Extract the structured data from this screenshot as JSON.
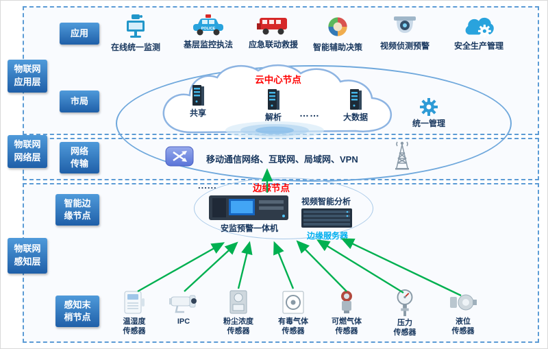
{
  "side_labels": {
    "application": "物联网\n应用层",
    "network": "物联网\n网络层",
    "perception": "物联网\n感知层"
  },
  "row_labels": {
    "application": "应用",
    "city_bureau": "市局",
    "network_transport": "网络\n传输",
    "smart_edge_node": "智能边\n缘节点",
    "perception_terminal": "感知末\n梢节点"
  },
  "applications": [
    {
      "label": "在线统一监测",
      "icon": "cctv-monitor-icon"
    },
    {
      "label": "基层监控执法",
      "icon": "police-car-icon",
      "icon_text": "POLICE"
    },
    {
      "label": "应急联动救援",
      "icon": "rescue-truck-icon"
    },
    {
      "label": "智能辅助决策",
      "icon": "smart-decision-icon"
    },
    {
      "label": "视频侦测预警",
      "icon": "dome-camera-icon"
    },
    {
      "label": "安全生产管理",
      "icon": "cloud-gear-icon"
    }
  ],
  "cloud_center": {
    "title": "云中心节点",
    "servers": [
      {
        "label": "共享"
      },
      {
        "label": "解析"
      },
      {
        "label": "大数据"
      }
    ],
    "ellipsis": "……",
    "unified_management": "统一管理"
  },
  "network_layer": {
    "text": "移动通信网络、互联网、局域网、VPN"
  },
  "edge_layer": {
    "ellipsis": "......",
    "title": "边缘节点",
    "machine_label": "安监预警一体机",
    "video_analysis_label": "视频智能分析",
    "edge_server_label": "边缘服务器"
  },
  "sensors": [
    {
      "label": "温湿度\n传感器",
      "icon": "temp-humidity-sensor-icon"
    },
    {
      "label": "IPC",
      "icon": "ipc-camera-icon"
    },
    {
      "label": "粉尘浓度\n传感器",
      "icon": "dust-sensor-icon"
    },
    {
      "label": "有毒气体\n传感器",
      "icon": "toxic-gas-sensor-icon"
    },
    {
      "label": "可燃气体\n传感器",
      "icon": "combustible-gas-sensor-icon"
    },
    {
      "label": "压力\n传感器",
      "icon": "pressure-sensor-icon"
    },
    {
      "label": "液位\n传感器",
      "icon": "level-sensor-icon"
    }
  ],
  "colors": {
    "accent_blue": "#2e75b6",
    "label_navy": "#17365d",
    "highlight_red": "#ff0000",
    "edge_server_cyan": "#00b0f0",
    "arrow_green": "#00b050"
  }
}
